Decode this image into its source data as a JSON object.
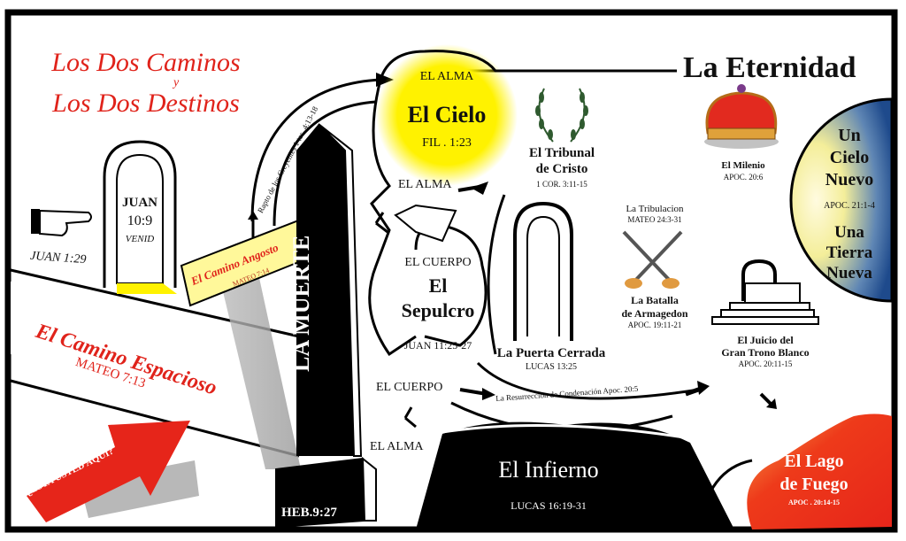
{
  "title": {
    "line1": "Los Dos Caminos",
    "conjunction": "y",
    "line2": "Los Dos Destinos"
  },
  "eternity_heading": "La Eternidad",
  "pointer": {
    "ref": "JUAN 1:29"
  },
  "door": {
    "ref_book": "JUAN",
    "ref_verse": "10:9",
    "call": "VENID"
  },
  "narrow_road": {
    "label": "El Camino Angosto",
    "ref": "MATEO 7:14"
  },
  "broad_road": {
    "label": "El Camino Espacioso",
    "ref": "MATEO 7:13"
  },
  "you_here_arrow": "¿ESTA USTED AQUI?",
  "rapture": "Rapto de los Creyentes 1 tes. 4:13-18",
  "death": {
    "label": "LA MUERTE",
    "ref": "HEB.9:27"
  },
  "heaven": {
    "top": "EL ALMA",
    "name": "El Cielo",
    "ref": "FIL . 1:23",
    "bottom": "EL ALMA"
  },
  "grave": {
    "top": "EL CUERPO",
    "name_line1": "El",
    "name_line2": "Sepulcro",
    "ref": "JUAN 11:25-27"
  },
  "body_soul_labels": {
    "body": "EL CUERPO",
    "soul": "EL ALMA"
  },
  "tribunal": {
    "line1": "El Tribunal",
    "line2": "de Cristo",
    "ref": "1 COR. 3:11-15"
  },
  "closed_door": {
    "label": "La Puerta Cerrada",
    "ref": "LUCAS 13:25"
  },
  "tribulation": {
    "label": "La Tribulacion",
    "ref": "MATEO 24:3-31"
  },
  "armageddon": {
    "line1": "La Batalla",
    "line2": "de Armagedon",
    "ref": "APOC. 19:11-21"
  },
  "millennium": {
    "label": "El Milenio",
    "ref": "APOC. 20:6"
  },
  "new_heaven": {
    "l1": "Un",
    "l2": "Cielo",
    "l3": "Nuevo",
    "ref": "APOC. 21:1-4",
    "l4": "Una",
    "l5": "Tierra",
    "l6": "Nueva"
  },
  "white_throne": {
    "line1": "El Juicio del",
    "line2": "Gran Trono Blanco",
    "ref": "APOC. 20:11-15"
  },
  "resurrection": "La Resurrección de Condenación Apoc. 20:5",
  "hell": {
    "name": "El Infierno",
    "ref": "LUCAS 16:19-31"
  },
  "lake_of_fire": {
    "line1": "El Lago",
    "line2": "de Fuego",
    "ref": "APOC . 20:14-15"
  },
  "colors": {
    "red": "#e0231b",
    "yellow": "#fff200",
    "black": "#000000",
    "blue": "#1f4f8f"
  }
}
